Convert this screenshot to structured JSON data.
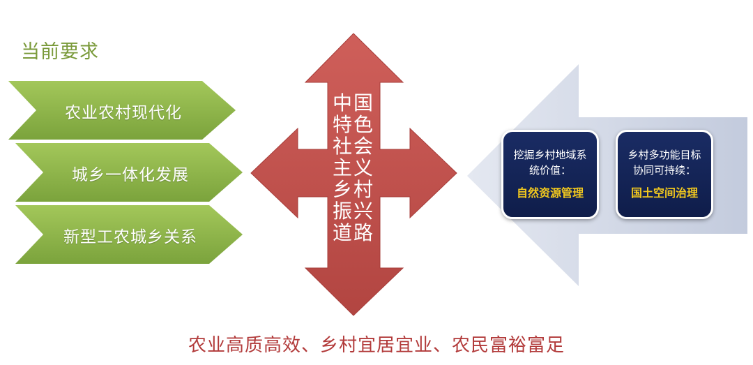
{
  "section_title": "当前要求",
  "chevrons": [
    {
      "label": "农业农村现代化"
    },
    {
      "label": "城乡一体化发展"
    },
    {
      "label": "新型工农城乡关系"
    }
  ],
  "cross_text": "中国特色社会主义乡村振兴道路",
  "boxes": [
    {
      "text": "挖掘乡村地域系统价值：",
      "highlight": "自然资源管理"
    },
    {
      "text": "乡村多功能目标协同可持续：",
      "highlight": "国土空间治理"
    }
  ],
  "footer_text": "农业高质高效、乡村宜居宜业、农民富裕富足",
  "colors": {
    "chevron_green": "#8db54a",
    "cross_red": "#c0504d",
    "arrow_blue_gray": "#c9d1e3",
    "box_navy": "#13245a",
    "highlight_yellow": "#f2c81e",
    "footer_red": "#b23a3a"
  }
}
